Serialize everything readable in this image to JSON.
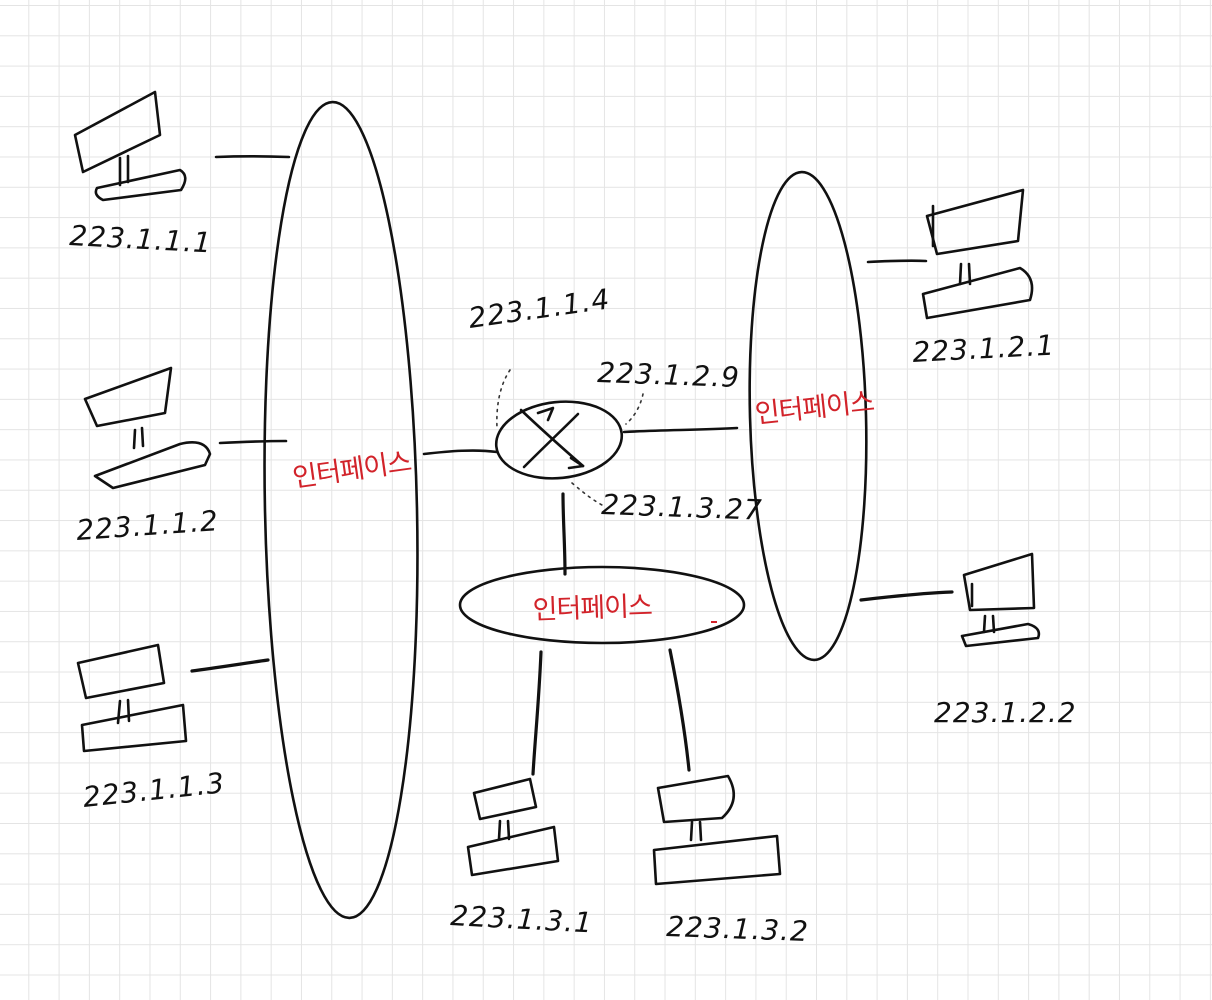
{
  "diagram": {
    "interface_label": "인터페이스",
    "router": {
      "ip_left": "223.1.1.4",
      "ip_right": "223.1.2.9",
      "ip_bottom": "223.1.3.27"
    },
    "subnet_left": {
      "interface_label": "인터페이스",
      "hosts": [
        "223.1.1.1",
        "223.1.1.2",
        "223.1.1.3"
      ]
    },
    "subnet_right": {
      "interface_label": "인터페이스",
      "hosts": [
        "223.1.2.1",
        "223.1.2.2"
      ]
    },
    "subnet_bottom": {
      "interface_label": "인터페이스",
      "hosts": [
        "223.1.3.1",
        "223.1.3.2"
      ]
    },
    "colors": {
      "ink": "#111111",
      "interface_label": "#d2232a",
      "grid": "#e4e4e4"
    }
  }
}
